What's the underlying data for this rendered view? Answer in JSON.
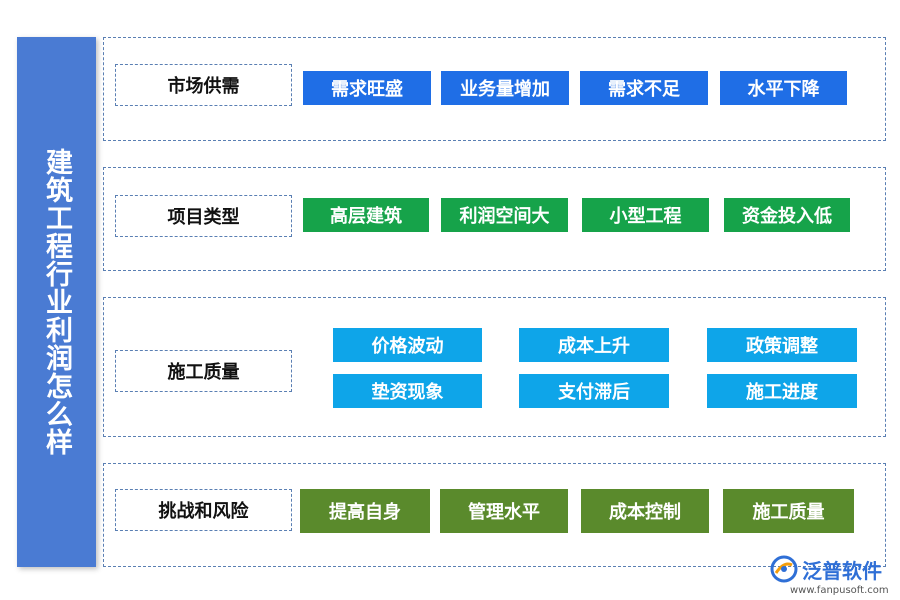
{
  "title": "建筑工程行业利润怎么样",
  "rows": [
    {
      "label": "市场供需",
      "items": [
        "需求旺盛",
        "业务量增加",
        "需求不足",
        "水平下降"
      ]
    },
    {
      "label": "项目类型",
      "items": [
        "高层建筑",
        "利润空间大",
        "小型工程",
        "资金投入低"
      ]
    },
    {
      "label": "施工质量",
      "items": [
        "价格波动",
        "成本上升",
        "政策调整",
        "垫资现象",
        "支付滞后",
        "施工进度"
      ]
    },
    {
      "label": "挑战和风险",
      "items": [
        "提高自身",
        "管理水平",
        "成本控制",
        "施工质量"
      ]
    }
  ],
  "colors": {
    "title_bg": "#4a7bd3",
    "row1": "#1f6ee6",
    "row2": "#16a34a",
    "row3": "#0ea5e9",
    "row4": "#5a8a2c"
  },
  "logo": {
    "name": "泛普软件",
    "url": "www.fanpusoft.com",
    "icon": "fanpu-logo-icon"
  }
}
